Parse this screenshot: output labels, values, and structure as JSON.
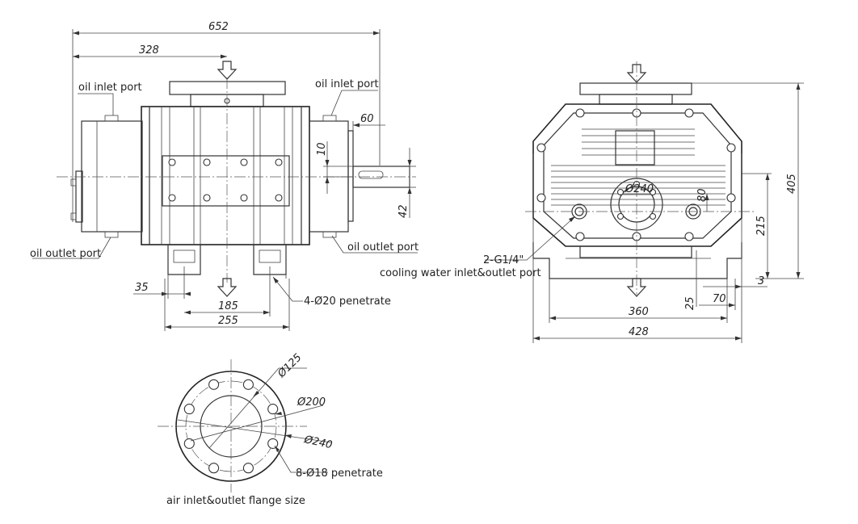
{
  "front_view": {
    "dims": {
      "overall_length": "652",
      "shaft_to_inlet": "328",
      "shaft_extension": "60",
      "key_width": "10",
      "shaft_dia": "42",
      "foot_offset": "35",
      "foot_spacing": "185",
      "base_width": "255"
    },
    "labels": {
      "oil_inlet_left": "oil inlet port",
      "oil_inlet_right": "oil inlet port",
      "oil_outlet_left": "oil outlet port",
      "oil_outlet_right": "oil outlet port",
      "mounting_holes": "4-Ø20 penetrate"
    }
  },
  "side_view": {
    "dims": {
      "flange_circle": "Ø240",
      "offset_80": "80",
      "height_405": "405",
      "center_height": "215",
      "gap_3": "3",
      "foot_thk": "25",
      "foot_70": "70",
      "foot_span": "360",
      "overall_width": "428"
    },
    "labels": {
      "cooling_thread": "2-G1/4\"",
      "cooling_port": "cooling water inlet&outlet port"
    }
  },
  "flange_view": {
    "dims": {
      "bore": "Ø125",
      "pcd": "Ø200",
      "outer": "Ø240"
    },
    "labels": {
      "holes": "8-Ø18 penetrate",
      "caption": "air inlet&outlet flange size"
    }
  }
}
